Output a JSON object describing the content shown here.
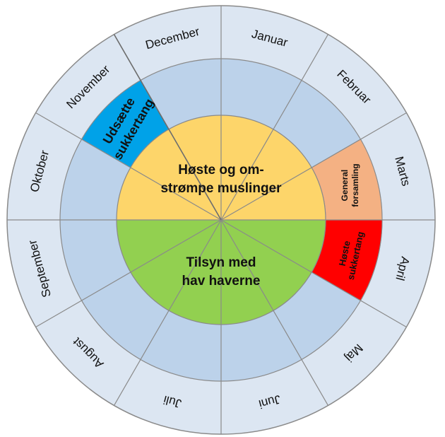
{
  "months": [
    "Januar",
    "Februar",
    "Marts",
    "April",
    "Maj",
    "Juni",
    "Juli",
    "August",
    "September",
    "Oktober",
    "November",
    "December"
  ],
  "center": {
    "top_text": [
      "Høste og om-",
      "strømpe muslinger"
    ],
    "bottom_text": [
      "Tilsyn med",
      "hav haverne"
    ]
  },
  "events": {
    "udsaette": [
      "Udsætte",
      "sukkertang"
    ],
    "general": [
      "General",
      "forsamling"
    ],
    "hoste": [
      "Høste",
      "sukkertang"
    ]
  },
  "colors": {
    "month_ring": "#dce6f2",
    "middle_ring": "#bcd2ea",
    "center_top": "#fdd56a",
    "center_bottom": "#92d050",
    "udsaette": "#00a2e8",
    "general": "#f4b183",
    "hoste": "#ff0000",
    "lines": "#8a8a8a"
  }
}
